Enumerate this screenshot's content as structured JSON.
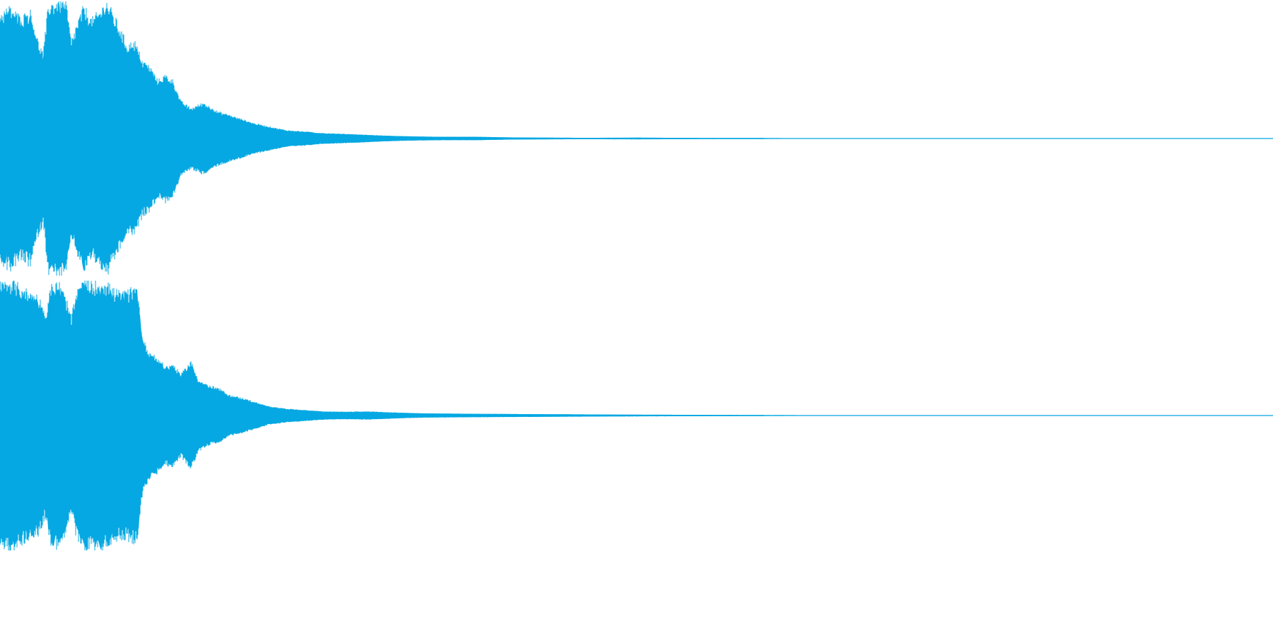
{
  "waveform": {
    "color": "#05a8e2",
    "channels": [
      {
        "name": "",
        "profile": [
          [
            0,
            0.9
          ],
          [
            0.008,
            0.95
          ],
          [
            0.016,
            0.88
          ],
          [
            0.024,
            0.92
          ],
          [
            0.03,
            0.7
          ],
          [
            0.034,
            0.62
          ],
          [
            0.038,
            0.97
          ],
          [
            0.046,
            1.0
          ],
          [
            0.052,
            0.98
          ],
          [
            0.056,
            0.7
          ],
          [
            0.06,
            0.82
          ],
          [
            0.066,
            0.96
          ],
          [
            0.072,
            0.86
          ],
          [
            0.078,
            0.92
          ],
          [
            0.084,
            0.99
          ],
          [
            0.09,
            0.88
          ],
          [
            0.096,
            0.76
          ],
          [
            0.1,
            0.68
          ],
          [
            0.106,
            0.7
          ],
          [
            0.112,
            0.56
          ],
          [
            0.118,
            0.52
          ],
          [
            0.124,
            0.42
          ],
          [
            0.13,
            0.46
          ],
          [
            0.136,
            0.42
          ],
          [
            0.142,
            0.27
          ],
          [
            0.15,
            0.22
          ],
          [
            0.16,
            0.26
          ],
          [
            0.17,
            0.2
          ],
          [
            0.18,
            0.17
          ],
          [
            0.19,
            0.14
          ],
          [
            0.2,
            0.11
          ],
          [
            0.21,
            0.09
          ],
          [
            0.225,
            0.06
          ],
          [
            0.24,
            0.05
          ],
          [
            0.255,
            0.038
          ],
          [
            0.27,
            0.034
          ],
          [
            0.29,
            0.026
          ],
          [
            0.31,
            0.018
          ],
          [
            0.33,
            0.014
          ],
          [
            0.35,
            0.012
          ],
          [
            0.375,
            0.012
          ],
          [
            0.4,
            0.008
          ],
          [
            0.43,
            0.006
          ],
          [
            0.46,
            0.005
          ],
          [
            0.5,
            0.006
          ],
          [
            0.53,
            0.005
          ],
          [
            0.56,
            0.004
          ],
          [
            0.6,
            0.004
          ],
          [
            0.64,
            0.002
          ],
          [
            0.68,
            0.001
          ],
          [
            1.0,
            0.0
          ]
        ]
      },
      {
        "name": "",
        "profile": [
          [
            0,
            0.97
          ],
          [
            0.008,
            0.99
          ],
          [
            0.016,
            0.95
          ],
          [
            0.024,
            0.9
          ],
          [
            0.03,
            0.88
          ],
          [
            0.036,
            0.74
          ],
          [
            0.04,
            0.95
          ],
          [
            0.046,
            0.98
          ],
          [
            0.052,
            0.86
          ],
          [
            0.056,
            0.72
          ],
          [
            0.06,
            0.9
          ],
          [
            0.066,
            0.99
          ],
          [
            0.072,
            0.97
          ],
          [
            0.078,
            0.98
          ],
          [
            0.084,
            0.97
          ],
          [
            0.09,
            0.92
          ],
          [
            0.096,
            0.9
          ],
          [
            0.102,
            0.92
          ],
          [
            0.108,
            0.94
          ],
          [
            0.112,
            0.56
          ],
          [
            0.118,
            0.46
          ],
          [
            0.124,
            0.42
          ],
          [
            0.13,
            0.36
          ],
          [
            0.136,
            0.38
          ],
          [
            0.142,
            0.3
          ],
          [
            0.15,
            0.4
          ],
          [
            0.156,
            0.26
          ],
          [
            0.164,
            0.22
          ],
          [
            0.172,
            0.2
          ],
          [
            0.18,
            0.15
          ],
          [
            0.19,
            0.13
          ],
          [
            0.2,
            0.1
          ],
          [
            0.21,
            0.07
          ],
          [
            0.225,
            0.05
          ],
          [
            0.24,
            0.04
          ],
          [
            0.255,
            0.03
          ],
          [
            0.27,
            0.028
          ],
          [
            0.29,
            0.03
          ],
          [
            0.31,
            0.022
          ],
          [
            0.33,
            0.016
          ],
          [
            0.35,
            0.014
          ],
          [
            0.38,
            0.012
          ],
          [
            0.42,
            0.01
          ],
          [
            0.46,
            0.008
          ],
          [
            0.5,
            0.006
          ],
          [
            0.55,
            0.005
          ],
          [
            0.6,
            0.004
          ],
          [
            0.64,
            0.003
          ],
          [
            0.69,
            0.002
          ],
          [
            0.72,
            0.001
          ],
          [
            1.0,
            0.0
          ]
        ]
      }
    ]
  }
}
